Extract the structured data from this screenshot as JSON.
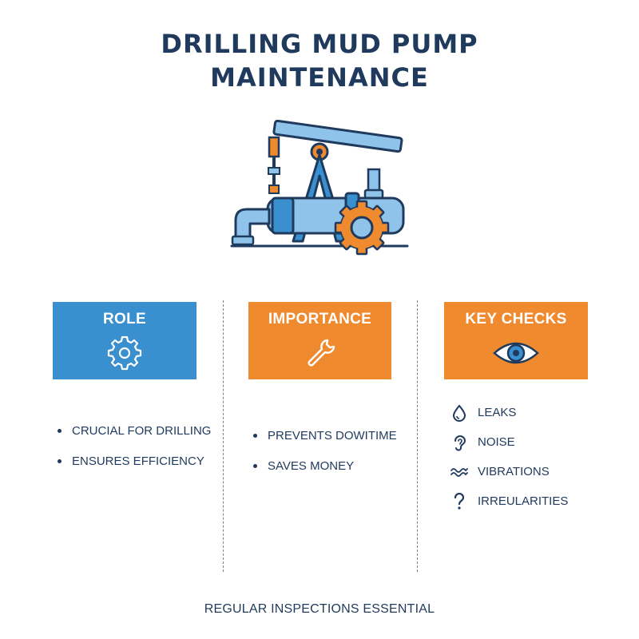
{
  "title": {
    "line1": "DRILLING MUD PUMP",
    "line2": "MAINTENANCE"
  },
  "colors": {
    "navy": "#1f3a5c",
    "blue": "#3a8fcf",
    "orange": "#ef8a2e",
    "light_blue": "#8fc3ea"
  },
  "hero": {
    "icon": "mud-pump-illustration"
  },
  "columns": [
    {
      "label": "ROLE",
      "color": "#3a8fcf",
      "icon": "gear-icon",
      "items": [
        "CRUCIAL FOR DRILLING",
        "ENSURES EFFICIENCY"
      ]
    },
    {
      "label": "IMPORTANCE",
      "color": "#ef8a2e",
      "icon": "wrench-icon",
      "items": [
        "PREVENTS DOWITIME",
        "SAVES MONEY"
      ]
    },
    {
      "label": "KEY CHECKS",
      "color": "#ef8a2e",
      "icon": "eye-icon",
      "items": [
        {
          "icon": "droplet-icon",
          "label": "LEAKS"
        },
        {
          "icon": "ear-icon",
          "label": "NOISE"
        },
        {
          "icon": "wave-icon",
          "label": "VIBRATIONS"
        },
        {
          "icon": "question-icon",
          "label": "IRREULARITIES"
        }
      ]
    }
  ],
  "footer": "REGULAR INSPECTIONS ESSENTIAL"
}
